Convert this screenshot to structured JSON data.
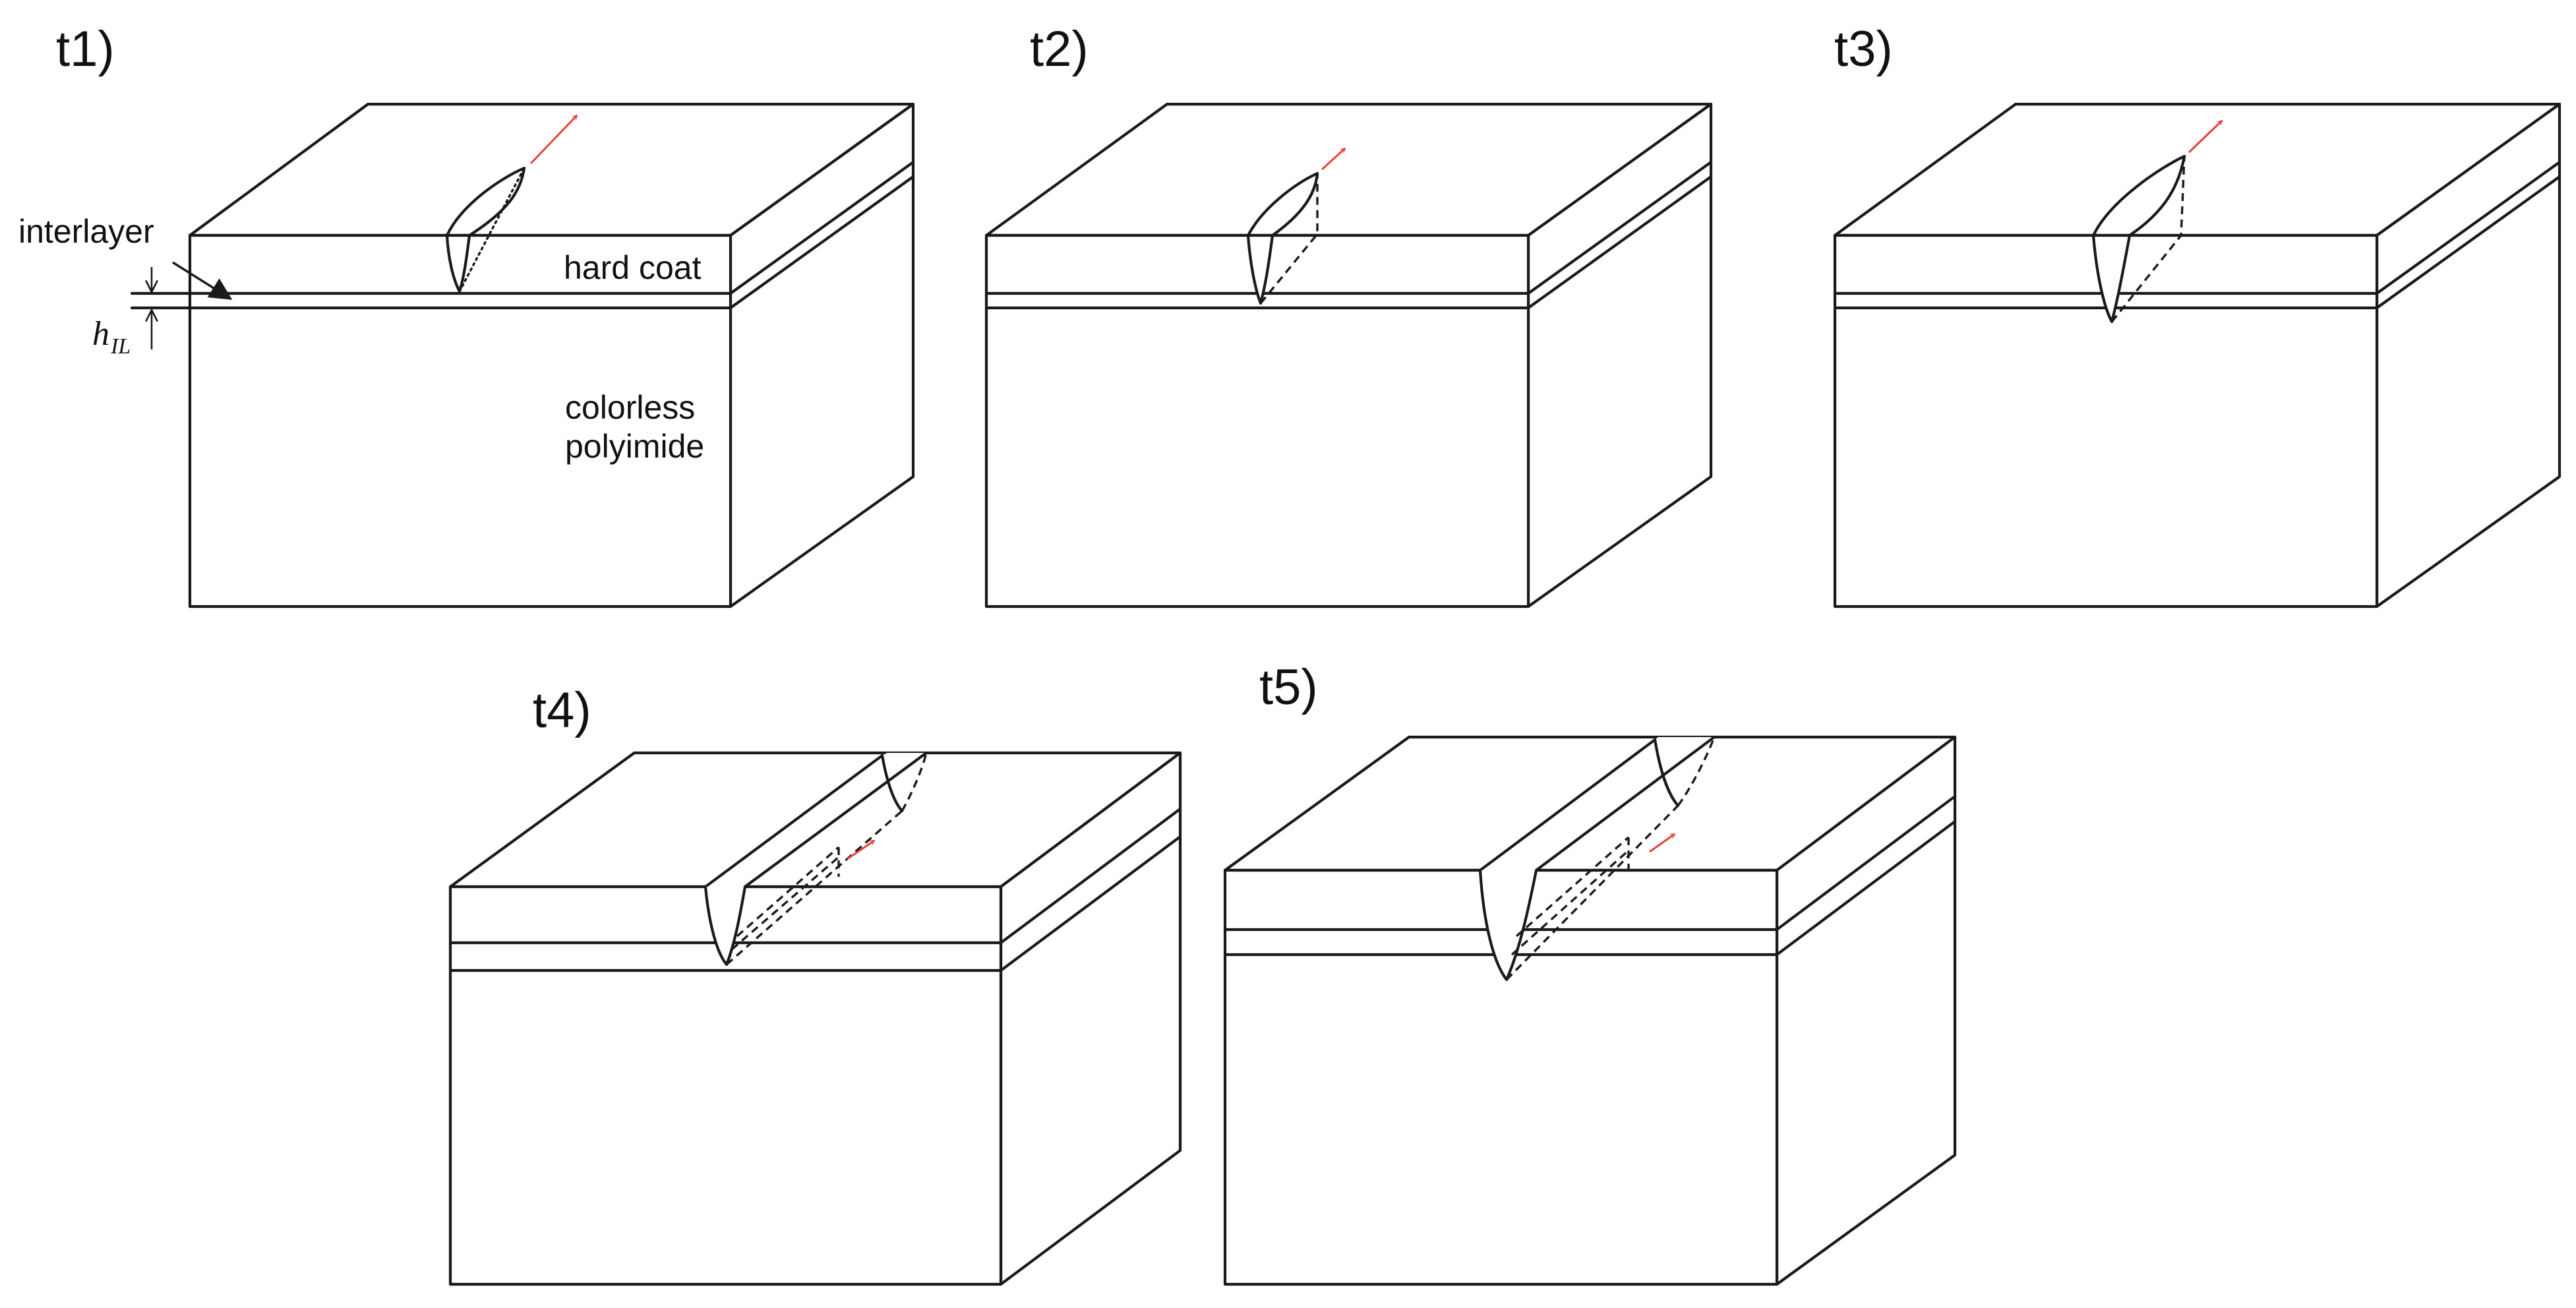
{
  "panels": [
    {
      "label": "t1)"
    },
    {
      "label": "t2)"
    },
    {
      "label": "t3)"
    },
    {
      "label": "t4)"
    },
    {
      "label": "t5)"
    }
  ],
  "annotations": {
    "interlayer": "interlayer",
    "hard_coat": "hard coat",
    "colorless": "colorless",
    "polyimide": "polyimide",
    "h_il_main": "h",
    "h_il_sub": "IL"
  },
  "colors": {
    "line": "#1a1a1a",
    "arrow": "#e8403a",
    "background": "#ffffff"
  }
}
